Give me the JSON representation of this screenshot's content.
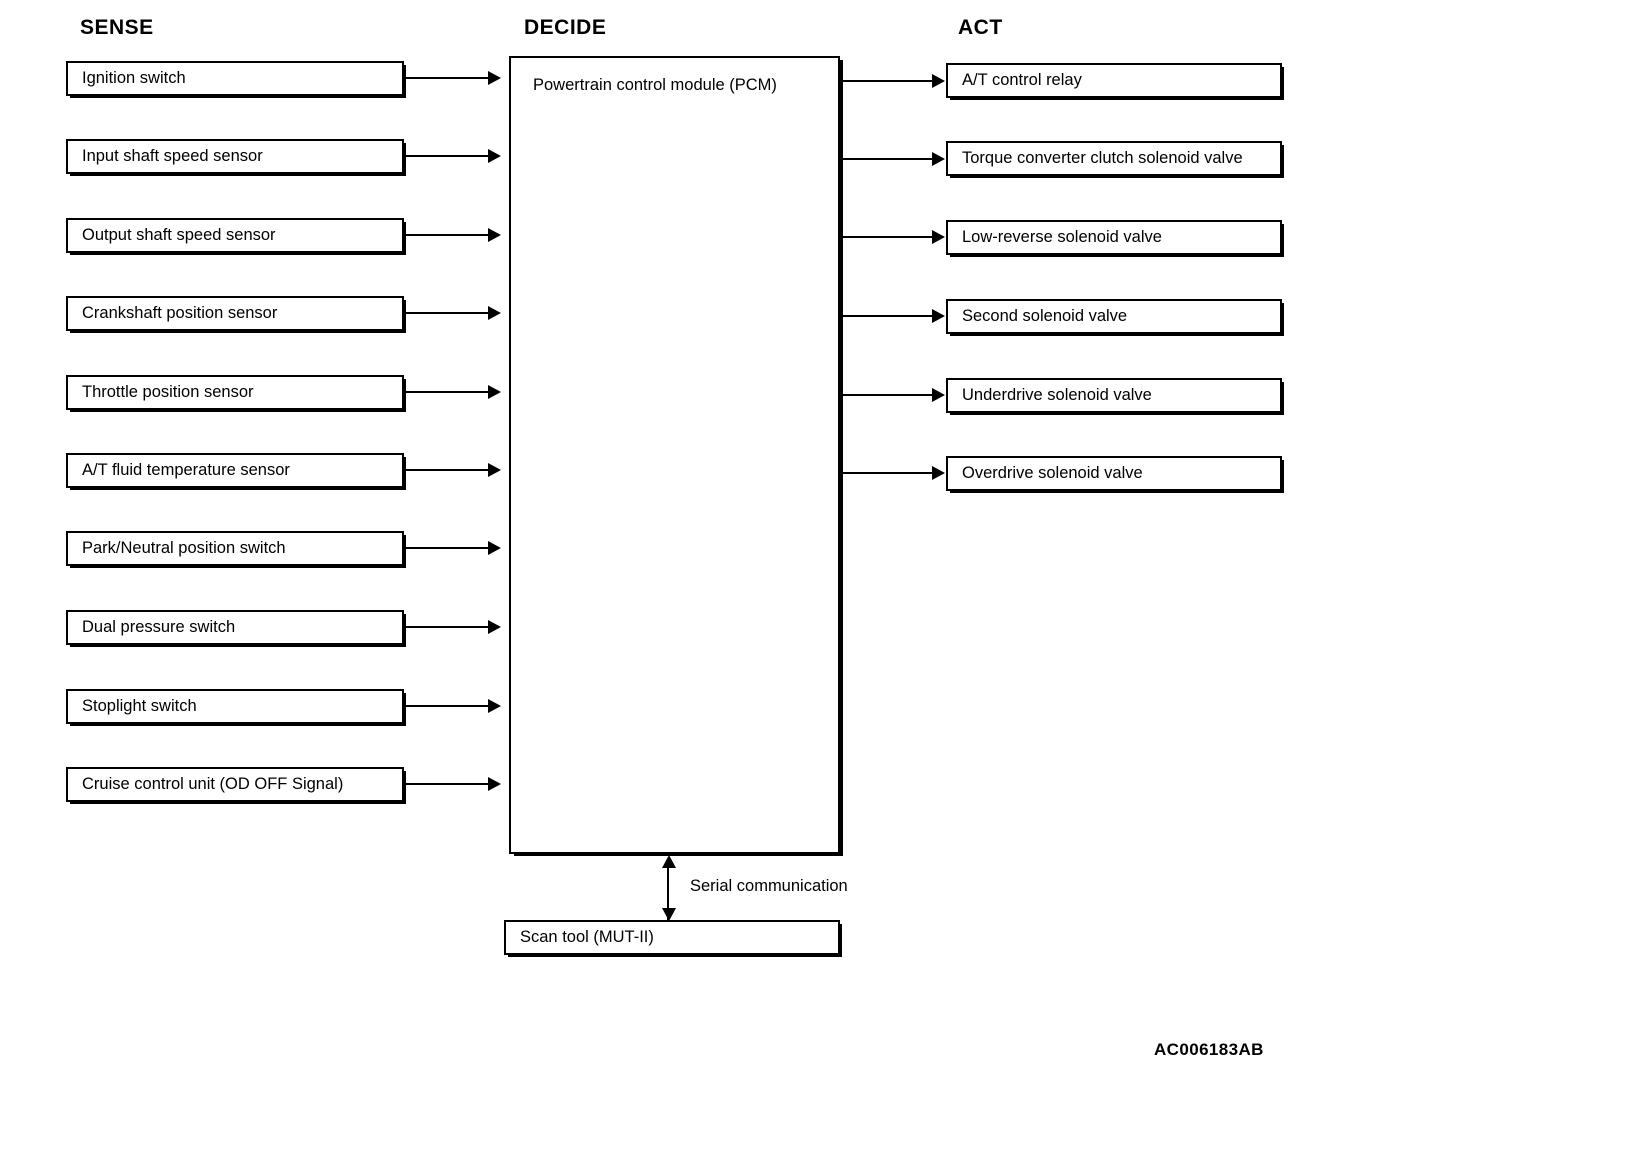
{
  "figure": {
    "code": "AC006183AB",
    "serial_link_label": "Serial communication"
  },
  "columns": {
    "sense": {
      "header": "SENSE"
    },
    "decide": {
      "header": "DECIDE"
    },
    "act": {
      "header": "ACT"
    }
  },
  "sense_inputs": [
    {
      "label": "Ignition switch"
    },
    {
      "label": "Input shaft speed sensor"
    },
    {
      "label": "Output shaft speed sensor"
    },
    {
      "label": "Crankshaft position sensor"
    },
    {
      "label": "Throttle position sensor"
    },
    {
      "label": "A/T fluid temperature sensor"
    },
    {
      "label": "Park/Neutral position switch"
    },
    {
      "label": "Dual pressure switch"
    },
    {
      "label": "Stoplight switch"
    },
    {
      "label": "Cruise control unit (OD OFF Signal)"
    }
  ],
  "decide_node": {
    "label": "Powertrain control module (PCM)"
  },
  "act_outputs": [
    {
      "label": "A/T control relay"
    },
    {
      "label": "Torque converter clutch solenoid valve"
    },
    {
      "label": "Low-reverse solenoid valve"
    },
    {
      "label": "Second solenoid valve"
    },
    {
      "label": "Underdrive solenoid valve"
    },
    {
      "label": "Overdrive solenoid valve"
    }
  ],
  "scan_tool": {
    "label": "Scan tool (MUT-II)"
  }
}
